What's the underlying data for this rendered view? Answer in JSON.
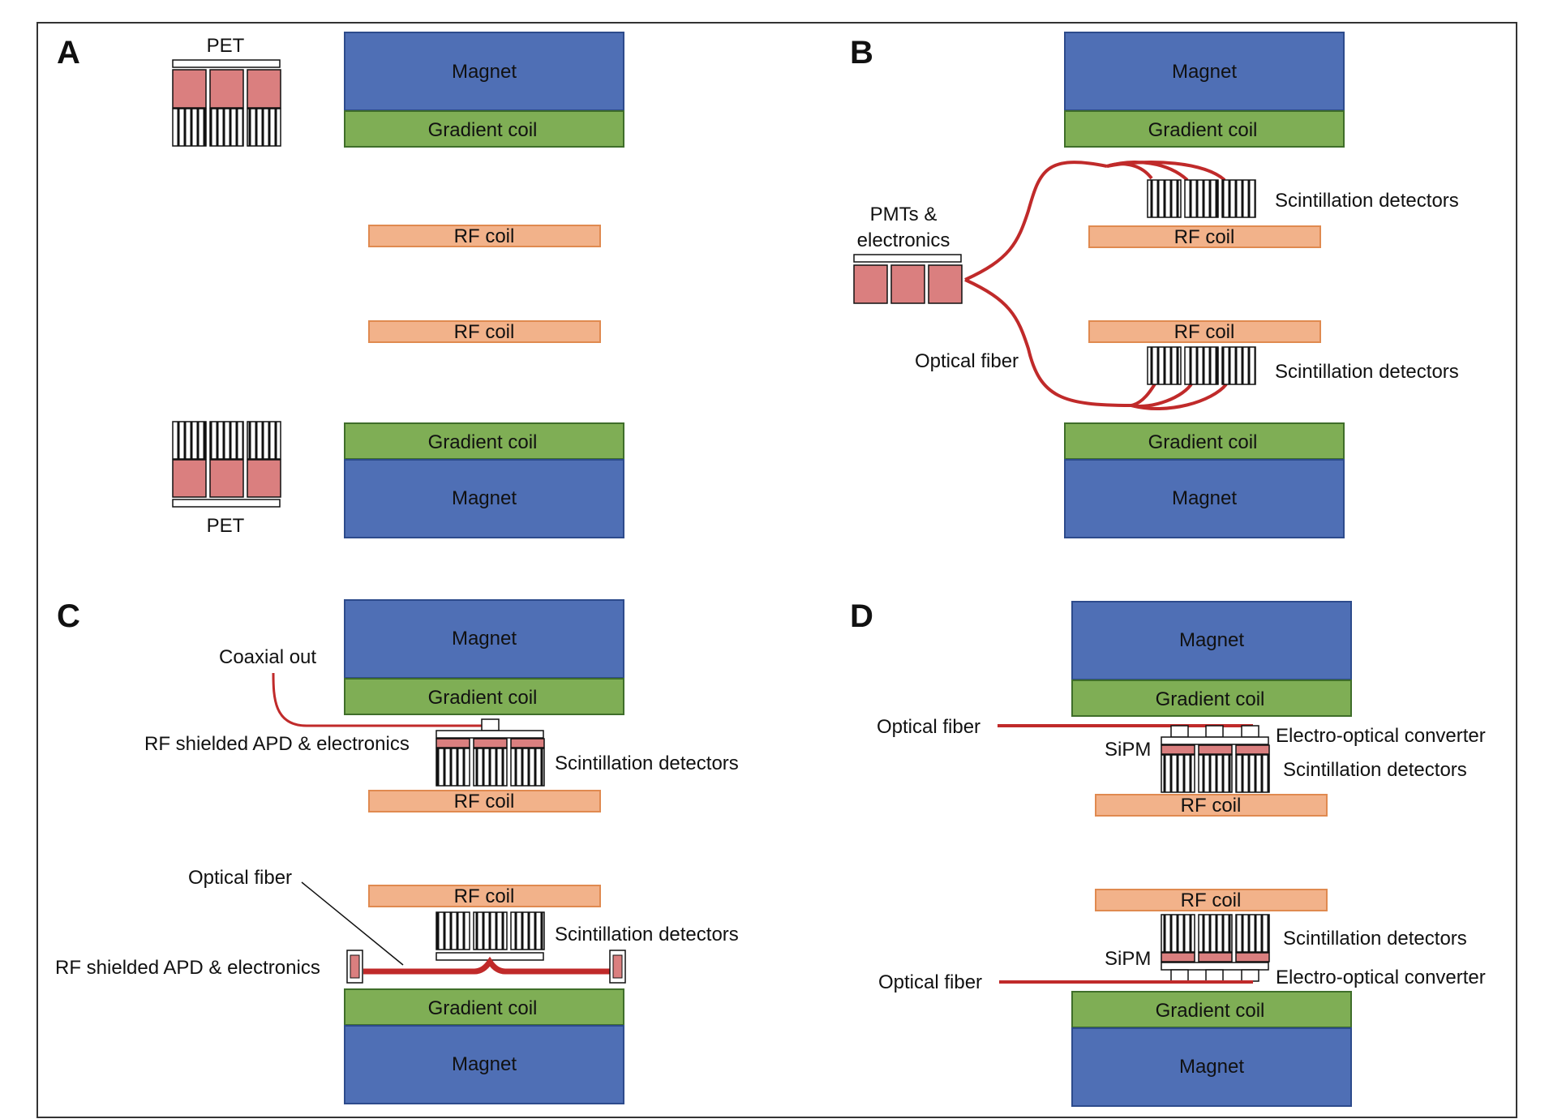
{
  "panels": {
    "A": {
      "letter": "A",
      "pet_top": "PET",
      "pet_bottom": "PET",
      "magnet_top": "Magnet",
      "gradient_top": "Gradient coil",
      "rf_top": "RF coil",
      "rf_bottom": "RF coil",
      "gradient_bottom": "Gradient coil",
      "magnet_bottom": "Magnet"
    },
    "B": {
      "letter": "B",
      "magnet_top": "Magnet",
      "gradient_top": "Gradient coil",
      "scint_top": "Scintillation detectors",
      "pmt_line1": "PMTs &",
      "pmt_line2": "electronics",
      "rf_top": "RF coil",
      "rf_bottom": "RF coil",
      "optical_fiber": "Optical fiber",
      "scint_bottom": "Scintillation detectors",
      "gradient_bottom": "Gradient coil",
      "magnet_bottom": "Magnet"
    },
    "C": {
      "letter": "C",
      "magnet_top": "Magnet",
      "coaxial_out": "Coaxial out",
      "gradient_top": "Gradient coil",
      "apd_top": "RF shielded APD & electronics",
      "scint_top": "Scintillation detectors",
      "rf_top": "RF coil",
      "optical_fiber": "Optical fiber",
      "rf_bottom": "RF coil",
      "scint_bottom": "Scintillation detectors",
      "apd_bottom": "RF shielded APD & electronics",
      "gradient_bottom": "Gradient coil",
      "magnet_bottom": "Magnet"
    },
    "D": {
      "letter": "D",
      "magnet_top": "Magnet",
      "gradient_top": "Gradient coil",
      "optical_fiber_top": "Optical fiber",
      "eo_top": "Electro-optical converter",
      "sipm_top": "SiPM",
      "scint_top": "Scintillation detectors",
      "rf_top": "RF coil",
      "rf_bottom": "RF coil",
      "scint_bottom": "Scintillation detectors",
      "sipm_bottom": "SiPM",
      "eo_bottom": "Electro-optical converter",
      "optical_fiber_bottom": "Optical fiber",
      "gradient_bottom": "Gradient coil",
      "magnet_bottom": "Magnet"
    }
  },
  "colors": {
    "magnet": "#4f6fb5",
    "magnet_border": "#2d4b8c",
    "gradient": "#7fae55",
    "gradient_border": "#3f6e2a",
    "rf": "#f2b28a",
    "rf_border": "#e08a50",
    "pink": "#da7f7f",
    "fiber": "#c02a2a",
    "frame": "#333333"
  }
}
